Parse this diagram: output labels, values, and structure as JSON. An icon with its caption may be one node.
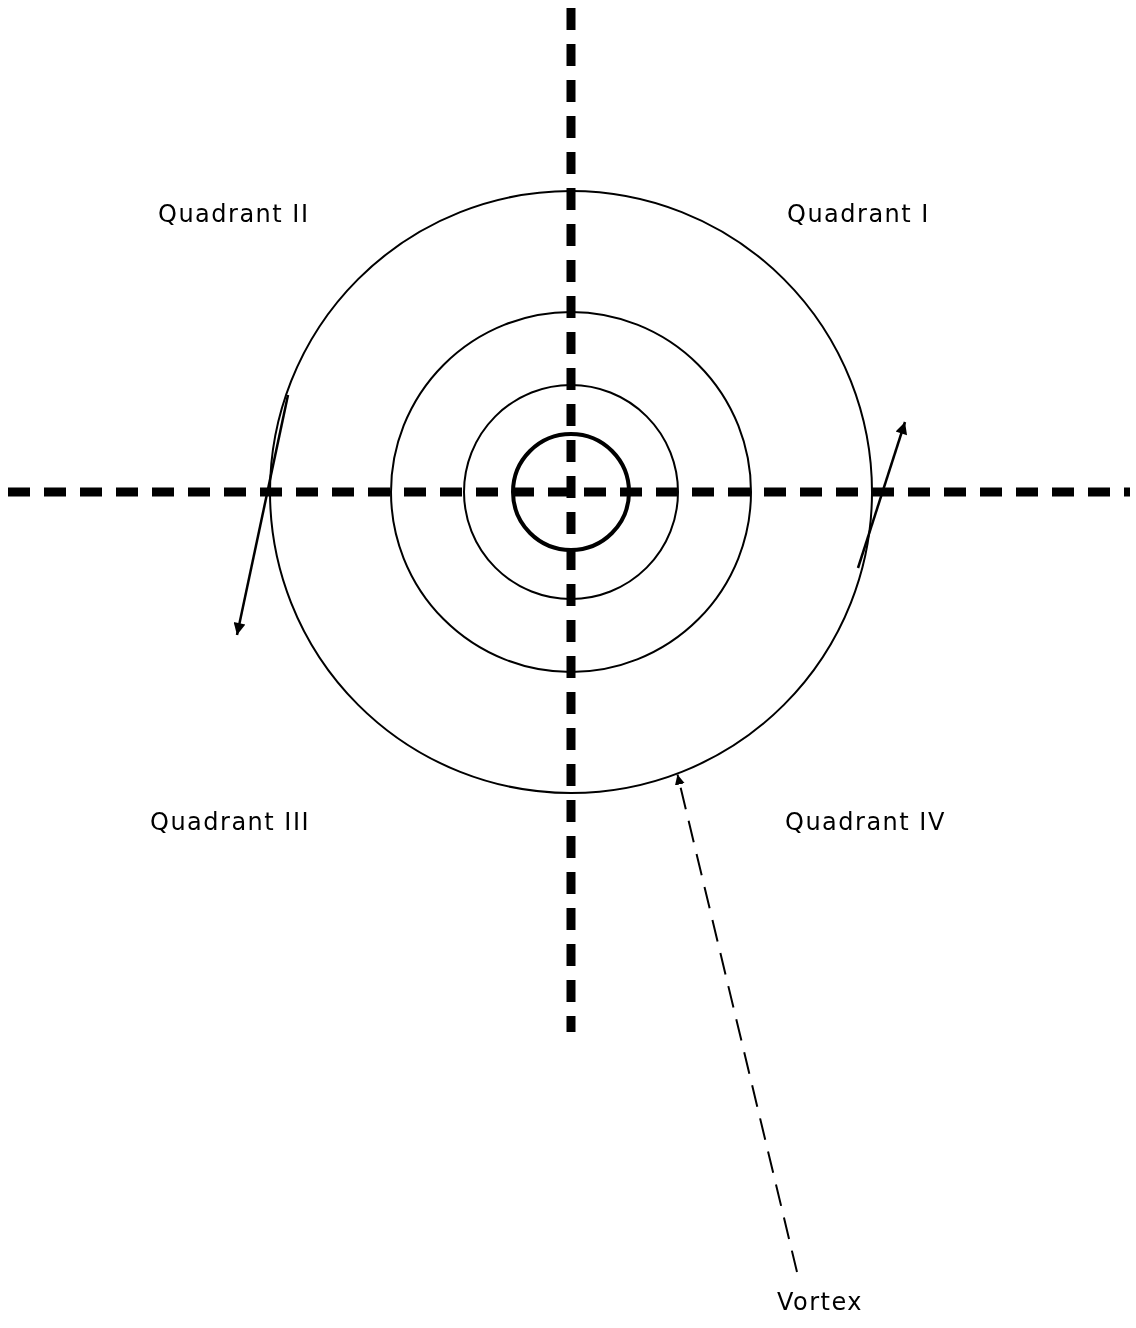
{
  "diagram": {
    "nodes": [
      {
        "text": [],
        "shape": "circle"
      },
      {
        "text": [
          "Vortex"
        ]
      }
    ],
    "edges": [
      {
        "from": 1,
        "to": 0,
        "arrow": "to",
        "style": "dashed"
      }
    ],
    "labels": [
      "Quadrant II",
      "Quadrant I",
      "Quadrant III",
      "Quadrant IV"
    ]
  }
}
